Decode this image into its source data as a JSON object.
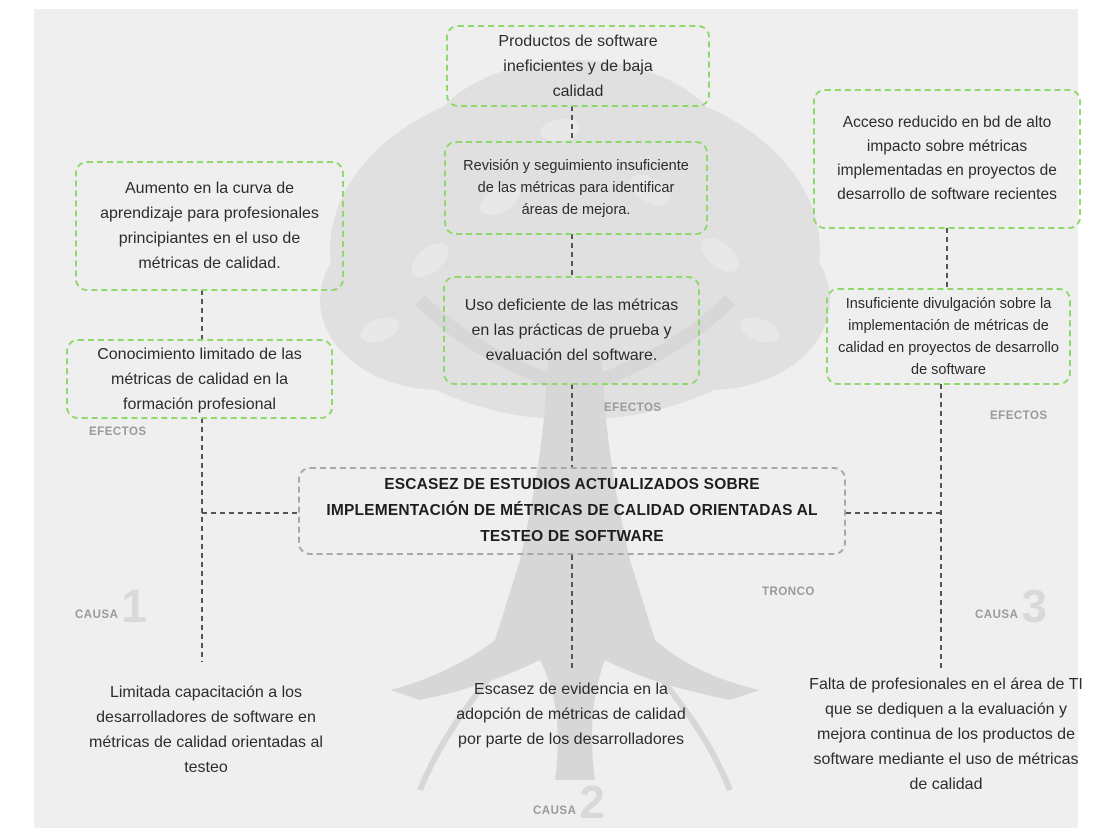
{
  "title": "ESCASEZ DE ESTUDIOS ACTUALIZADOS SOBRE IMPLEMENTACIÓN DE MÉTRICAS DE CALIDAD ORIENTADAS AL TESTEO DE SOFTWARE",
  "labels": {
    "efectos_left": "EFECTOS",
    "efectos_center": "EFECTOS",
    "efectos_right": "EFECTOS",
    "tronco": "TRONCO",
    "causa_word": "CAUSA",
    "causa_1_num": "1",
    "causa_2_num": "2",
    "causa_3_num": "3"
  },
  "effects": {
    "left_top": "Aumento en la curva de aprendizaje para profesionales principiantes en el uso de métricas de calidad.",
    "left_bottom": "Conocimiento limitado de las métricas de calidad en la formación profesional",
    "center_top": "Productos de software ineficientes y de baja calidad",
    "center_mid": "Revisión y seguimiento insuficiente de las métricas para identificar áreas de mejora.",
    "center_bottom": "Uso deficiente de las métricas en las prácticas de prueba y evaluación del software.",
    "right_top": "Acceso reducido en bd de alto impacto sobre métricas implementadas en proyectos de desarrollo de software recientes",
    "right_bottom": "Insuficiente divulgación sobre la implementación de métricas de calidad en proyectos de desarrollo de software"
  },
  "causes": {
    "cause_1": "Limitada capacitación a los desarrolladores de software en métricas de calidad orientadas al testeo",
    "cause_2": "Escasez de evidencia en la adopción de métricas de calidad por parte de los desarrolladores",
    "cause_3": "Falta de profesionales en el área de TI que se dediquen a la evaluación y mejora continua de los productos de software mediante el uso de métricas de calidad"
  }
}
